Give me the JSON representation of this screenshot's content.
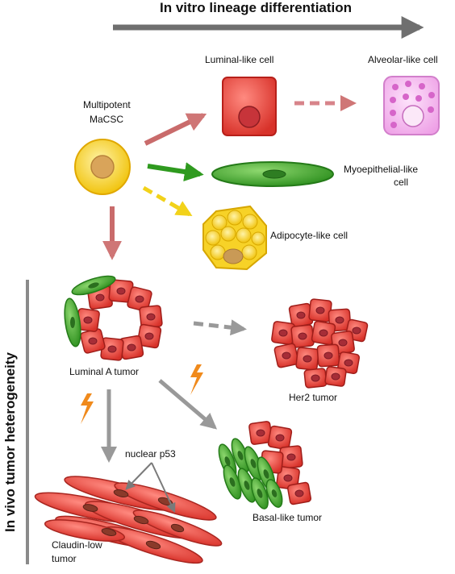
{
  "header": {
    "in_vitro_title": "In vitro lineage differentiation",
    "in_vivo_title": "In vivo tumor heterogeneity"
  },
  "cells": {
    "macsc_line1": "Multipotent",
    "macsc_line2": "MaCSC",
    "luminal_like": "Luminal-like cell",
    "alveolar_like": "Alveolar-like cell",
    "myoepithelial_line1": "Myoepithelial-like",
    "myoepithelial_line2": "cell",
    "adipocyte_like": "Adipocyte-like cell"
  },
  "tumors": {
    "luminal_a": "Luminal A tumor",
    "her2": "Her2 tumor",
    "basal_like": "Basal-like tumor",
    "claudin_low_line1": "Claudin-low",
    "claudin_low_line2": "tumor",
    "nuclear_p53": "nuclear p53"
  },
  "colors": {
    "luminal_arrow": "#c96b6b",
    "myo_arrow": "#2f9a1f",
    "adipo_arrow": "#f2d21a",
    "gray_arrow": "#8a8a8a",
    "red_cell": "#e8483f",
    "green_cell": "#3aa32c",
    "pink_cell": "#f3b6ef",
    "yellow_cell": "#f6cf1e",
    "lightning": "#f08a1c"
  }
}
